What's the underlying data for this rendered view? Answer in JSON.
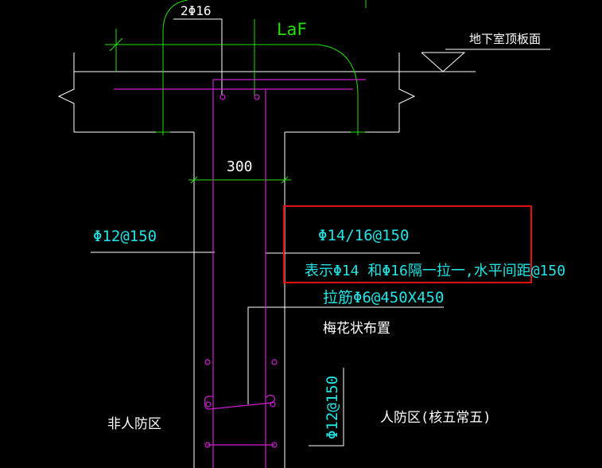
{
  "labels": {
    "rebar_top": "2Φ16",
    "anchorage": "LaF",
    "slab_face": "地下室顶板面",
    "wall_thickness": "300",
    "left_bars": "Φ12@150",
    "right_bars": "Φ14/16@150",
    "note_alternating": "表示Φ14 和Φ16隔一拉一,水平间距@150",
    "tie_bars": "拉筋Φ6@450X450",
    "tie_pattern": "梅花状布置",
    "vertical_bars": "Φ12@150",
    "zone_left": "非人防区",
    "zone_right": "人防区(核五常五)"
  },
  "colors": {
    "background": "#000000",
    "lines": "#ffffff",
    "green": "#22e000",
    "magenta": "#d01fd0",
    "cyan": "#22e5e5",
    "highlight_box": "#e01010"
  }
}
